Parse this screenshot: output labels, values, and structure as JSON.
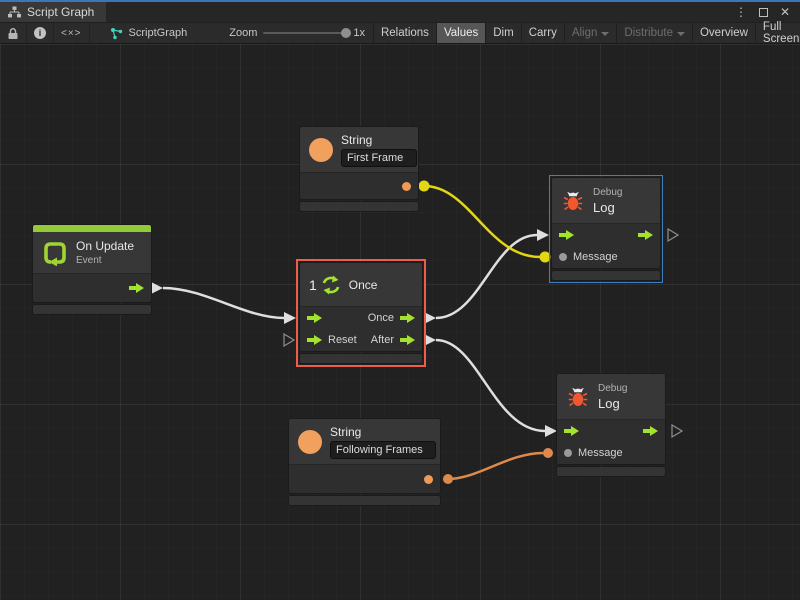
{
  "titlebar": {
    "tab": "Script Graph"
  },
  "window_controls": {
    "menu": "⋮",
    "close": "✕"
  },
  "toolbar": {
    "info_glyph": "i",
    "code_button": "<×>",
    "graph_label": "ScriptGraph",
    "zoom_label": "Zoom",
    "zoom_value": "1x",
    "relations": "Relations",
    "values": "Values",
    "dim": "Dim",
    "carry": "Carry",
    "align": "Align",
    "distribute": "Distribute",
    "overview": "Overview",
    "full_screen": "Full Screen"
  },
  "graph": {
    "nodes": {
      "string_first": {
        "title": "String",
        "value": "First Frame"
      },
      "string_following": {
        "title": "String",
        "value": "Following Frames"
      },
      "debug_top": {
        "kind": "Debug",
        "title": "Log",
        "message_label": "Message"
      },
      "debug_bottom": {
        "kind": "Debug",
        "title": "Log",
        "message_label": "Message"
      },
      "on_update": {
        "title": "On Update",
        "subtitle": "Event"
      },
      "once": {
        "badge": "1",
        "title": "Once",
        "out_once": "Once",
        "in_reset": "Reset",
        "out_after": "After"
      }
    },
    "connections": [
      "On Update → Once (flow)",
      "Once:Once → Debug Log top (flow)",
      "Once:After → Debug Log bottom (flow)",
      "String 'First Frame' → Debug Log top:Message (data)",
      "String 'Following Frames' → Debug Log bottom:Message (data)"
    ]
  },
  "colors": {
    "selection_red": "#ee5c4c",
    "selection_blue": "#3e7fbf",
    "flow_green": "#a3e32d",
    "event_green": "#94c938",
    "string_orange": "#f2a05e",
    "bug_orange": "#f4572e",
    "wire_yellow": "#e3d613",
    "wire_orange": "#df8a4d",
    "wire_white": "#dfdfdf",
    "focus_blue": "#3c76b8"
  }
}
